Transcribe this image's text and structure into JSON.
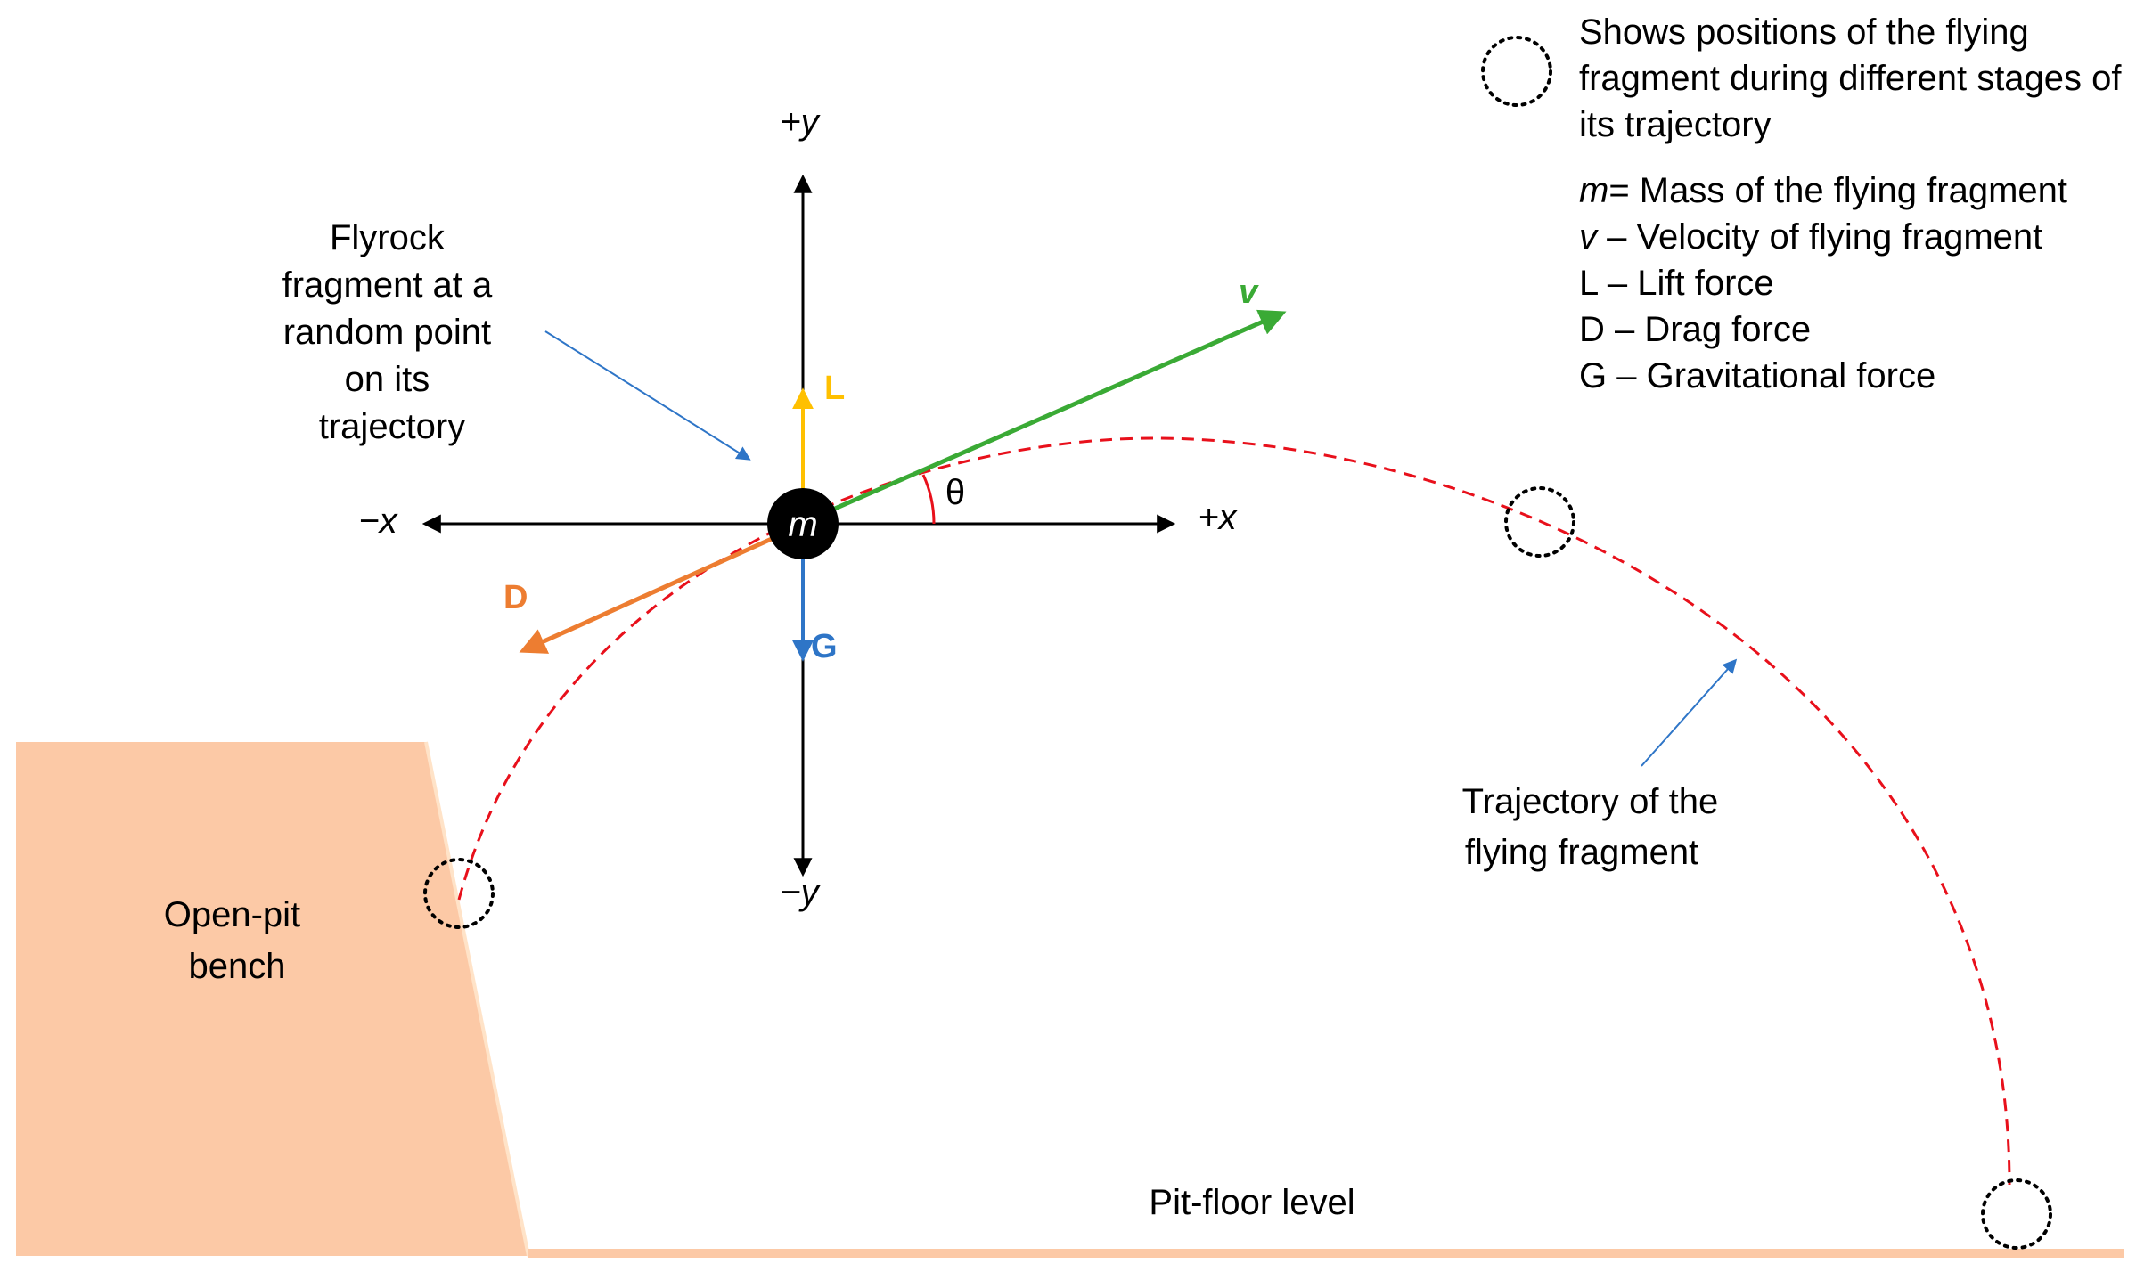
{
  "axes": {
    "plus_y": "+y",
    "minus_y": "−y",
    "plus_x": "+x",
    "minus_x": "−x"
  },
  "mass_label": "m",
  "angle_label": "θ",
  "vectors": {
    "velocity": {
      "label": "v",
      "color": "#3aaa35"
    },
    "lift": {
      "label": "L",
      "color": "#ffc000"
    },
    "drag": {
      "label": "D",
      "color": "#ed7d31"
    },
    "gravity": {
      "label": "G",
      "color": "#2e75c7"
    }
  },
  "callouts": {
    "fragment": [
      "Flyrock",
      "fragment at a",
      "random point",
      "on its",
      "trajectory"
    ],
    "trajectory": [
      "Trajectory of the",
      "flying fragment"
    ],
    "bench": [
      "Open-pit",
      "bench"
    ],
    "floor": "Pit-floor level"
  },
  "legend": {
    "note": "Shows positions of the flying fragment during different stages of its trajectory",
    "definitions": [
      {
        "symbol": "m",
        "italic": true,
        "text": "= Mass of the flying fragment"
      },
      {
        "symbol": "v",
        "italic": true,
        "text": " – Velocity of flying fragment"
      },
      {
        "symbol": "L",
        "italic": false,
        "text": " – Lift force"
      },
      {
        "symbol": "D",
        "italic": false,
        "text": " – Drag force"
      },
      {
        "symbol": "G",
        "italic": false,
        "text": " – Gravitational force"
      }
    ]
  },
  "colors": {
    "bench": "#fcc9a6",
    "trajectory": "#e8101b",
    "callout_arrow": "#2e75c7",
    "angle_arc": "#e8101b",
    "axes": "#000000"
  }
}
